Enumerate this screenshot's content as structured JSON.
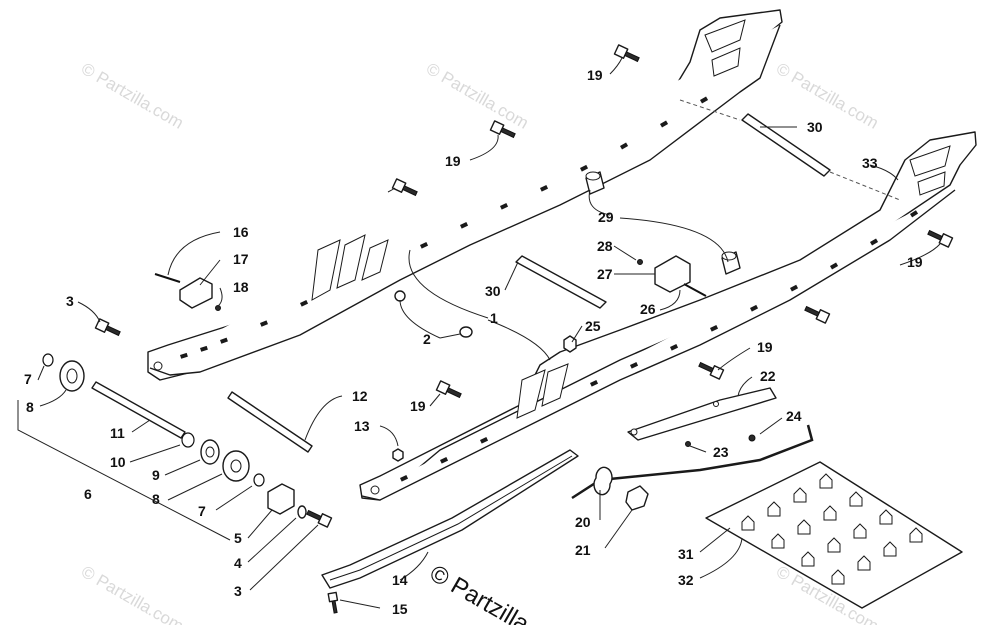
{
  "watermark": {
    "text": "© Partzilla.com",
    "bottom_text": "© Partzilla"
  },
  "callouts": [
    "19",
    "30",
    "33",
    "19",
    "29",
    "16",
    "17",
    "28",
    "27",
    "18",
    "3",
    "30",
    "26",
    "1",
    "19",
    "2",
    "25",
    "19",
    "22",
    "7",
    "8",
    "12",
    "11",
    "13",
    "19",
    "24",
    "10",
    "9",
    "23",
    "8",
    "6",
    "7",
    "20",
    "5",
    "4",
    "21",
    "31",
    "32",
    "3",
    "14",
    "15"
  ]
}
